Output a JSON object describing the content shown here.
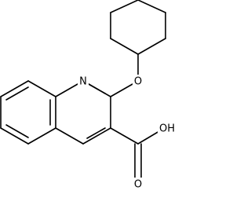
{
  "molecule": {
    "atoms": [
      {
        "id": "n1",
        "symbol": "N"
      },
      {
        "id": "o_ether",
        "symbol": "O"
      },
      {
        "id": "o_hydroxyl",
        "symbol": "OH"
      },
      {
        "id": "o_carbonyl",
        "symbol": "O"
      }
    ]
  }
}
